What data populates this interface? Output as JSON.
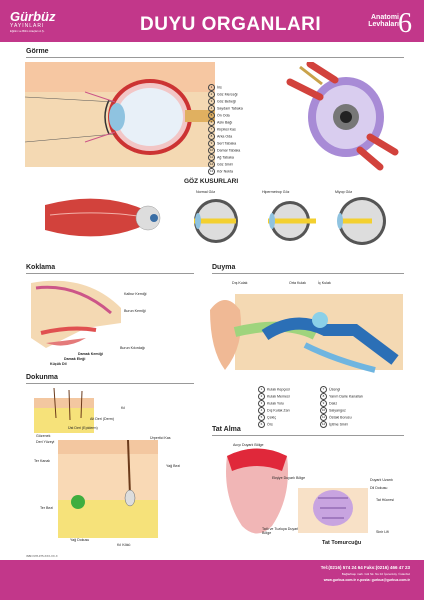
{
  "header": {
    "brand": "Gürbüz",
    "brand_sub": "YAYINLARI",
    "brand_tagline": "Eğitim ve Bilim Araçları A.Ş.",
    "title": "DUYU ORGANLARI",
    "series_line1": "Anatomi",
    "series_line2": "Levhaları",
    "series_number": "6"
  },
  "gorme": {
    "title": "Görme",
    "labels": [
      {
        "n": "1",
        "t": "İris"
      },
      {
        "n": "2",
        "t": "Göz Merceği"
      },
      {
        "n": "3",
        "t": "Göz Bebeği"
      },
      {
        "n": "4",
        "t": "Saydam Tabaka"
      },
      {
        "n": "5",
        "t": "Ön Oda"
      },
      {
        "n": "6",
        "t": "Askı Bağı"
      },
      {
        "n": "7",
        "t": "Kirpiksi Kas"
      },
      {
        "n": "8",
        "t": "Arka Oda"
      },
      {
        "n": "9",
        "t": "Sert Tabaka"
      },
      {
        "n": "10",
        "t": "Damar Tabaka"
      },
      {
        "n": "11",
        "t": "Ağ Tabaka"
      },
      {
        "n": "12",
        "t": "Göz Siniri"
      },
      {
        "n": "13",
        "t": "Kör Nokta"
      }
    ]
  },
  "goz_kusurlari": {
    "title": "GÖZ KUSURLARI",
    "types": [
      "Normal Göz",
      "Hipermetrop Göz",
      "Miyop Göz"
    ]
  },
  "koklama": {
    "title": "Koklama",
    "labels": [
      "Kalbur Kemiği",
      "Burun Kemiği",
      "Burun Kıkırdağı",
      "Damak Kemiği",
      "Damak Eleği",
      "Küçük Dil"
    ]
  },
  "duyma": {
    "title": "Duyma",
    "regions": [
      "Dış Kulak",
      "Orta Kulak",
      "İç Kulak"
    ],
    "labels_left": [
      {
        "n": "1",
        "t": "Kulak Kepçesi"
      },
      {
        "n": "2",
        "t": "Kulak Memesi"
      },
      {
        "n": "3",
        "t": "Kulak Yolu"
      },
      {
        "n": "4",
        "t": "Dış Kulak Zarı"
      },
      {
        "n": "5",
        "t": "Çekiç"
      },
      {
        "n": "6",
        "t": "Örs"
      }
    ],
    "labels_right": [
      {
        "n": "7",
        "t": "Üzengi"
      },
      {
        "n": "8",
        "t": "Yarım Daire Kanalları"
      },
      {
        "n": "9",
        "t": "Dalız"
      },
      {
        "n": "10",
        "t": "Salyangoz"
      },
      {
        "n": "11",
        "t": "Östaki Borusu"
      },
      {
        "n": "12",
        "t": "İşitme Siniri"
      }
    ]
  },
  "dokunma": {
    "title": "Dokunma",
    "labels": [
      "Kıl",
      "Alt Deri (Derm)",
      "Üst Deri (Epiderm)",
      "Gözenek",
      "Deri Yüzeyi",
      "Ter Kanalı",
      "Ter Bezi",
      "Yağ Dokusu",
      "Kıl Kökü",
      "Ürpertici Kas",
      "Yağ Bezi"
    ]
  },
  "tat_alma": {
    "title": "Tat Alma",
    "labels": [
      "Acıyı Duyarlı Bölge",
      "Ekşiye Duyarlı Bölge",
      "Tatlı ve Tuzluya Duyarlı Bölge",
      "Duyarlı Uzantı",
      "Dil Dokusu",
      "Tat Hücresi",
      "Sinir Lifi",
      "Tat Tomurcuğu"
    ]
  },
  "footer": {
    "phone": "Tel:(0216) 574 24 64  Faks:(0216) 466 47 23",
    "address": "Bağlarbaşı mah. Gül Sk. Nu:10 İçerenköy / İstanbul",
    "web": "www.gurbuz.com.tr  e-posta: gurbuz@gurbuz.com.tr",
    "code": "ISBN 978-975-XXX-XX-X"
  },
  "colors": {
    "brand": "#c2378a",
    "accent": "#e6007e"
  }
}
